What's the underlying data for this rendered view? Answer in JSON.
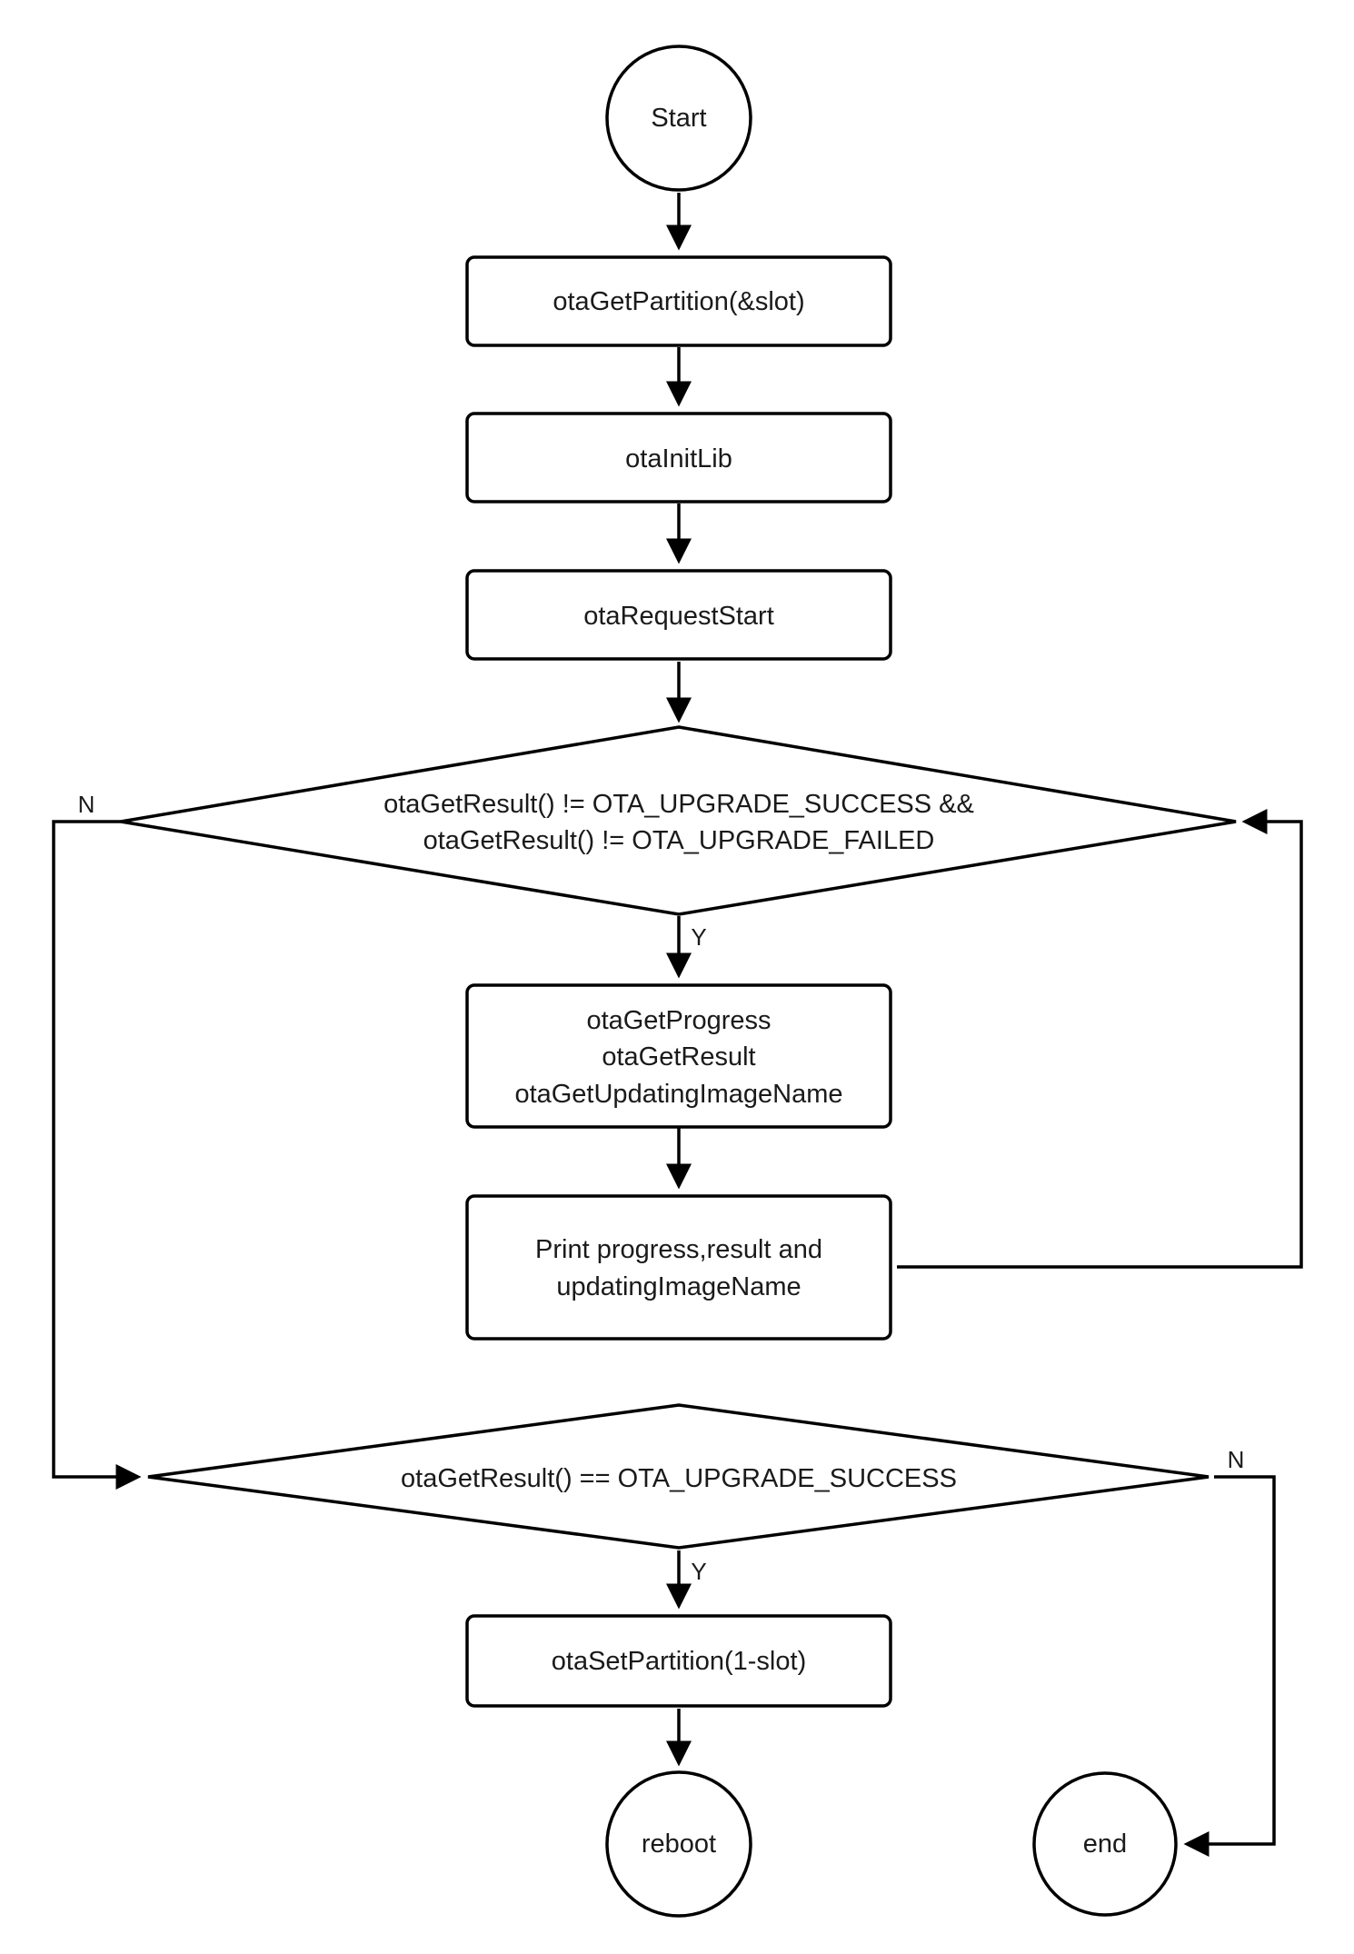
{
  "nodes": {
    "start": "Start",
    "get_partition": "otaGetPartition(&slot)",
    "init_lib": "otaInitLib",
    "request_start": "otaRequestStart",
    "loop_condition_line1": "otaGetResult() != OTA_UPGRADE_SUCCESS &&",
    "loop_condition_line2": "otaGetResult() != OTA_UPGRADE_FAILED",
    "get_status_line1": "otaGetProgress",
    "get_status_line2": "otaGetResult",
    "get_status_line3": "otaGetUpdatingImageName",
    "print_line1": "Print progress,result and",
    "print_line2": "updatingImageName",
    "success_condition": "otaGetResult() == OTA_UPGRADE_SUCCESS",
    "set_partition": "otaSetPartition(1-slot)",
    "reboot": "reboot",
    "end": "end"
  },
  "edge_labels": {
    "loop_yes": "Y",
    "loop_no": "N",
    "success_yes": "Y",
    "success_no": "N"
  }
}
